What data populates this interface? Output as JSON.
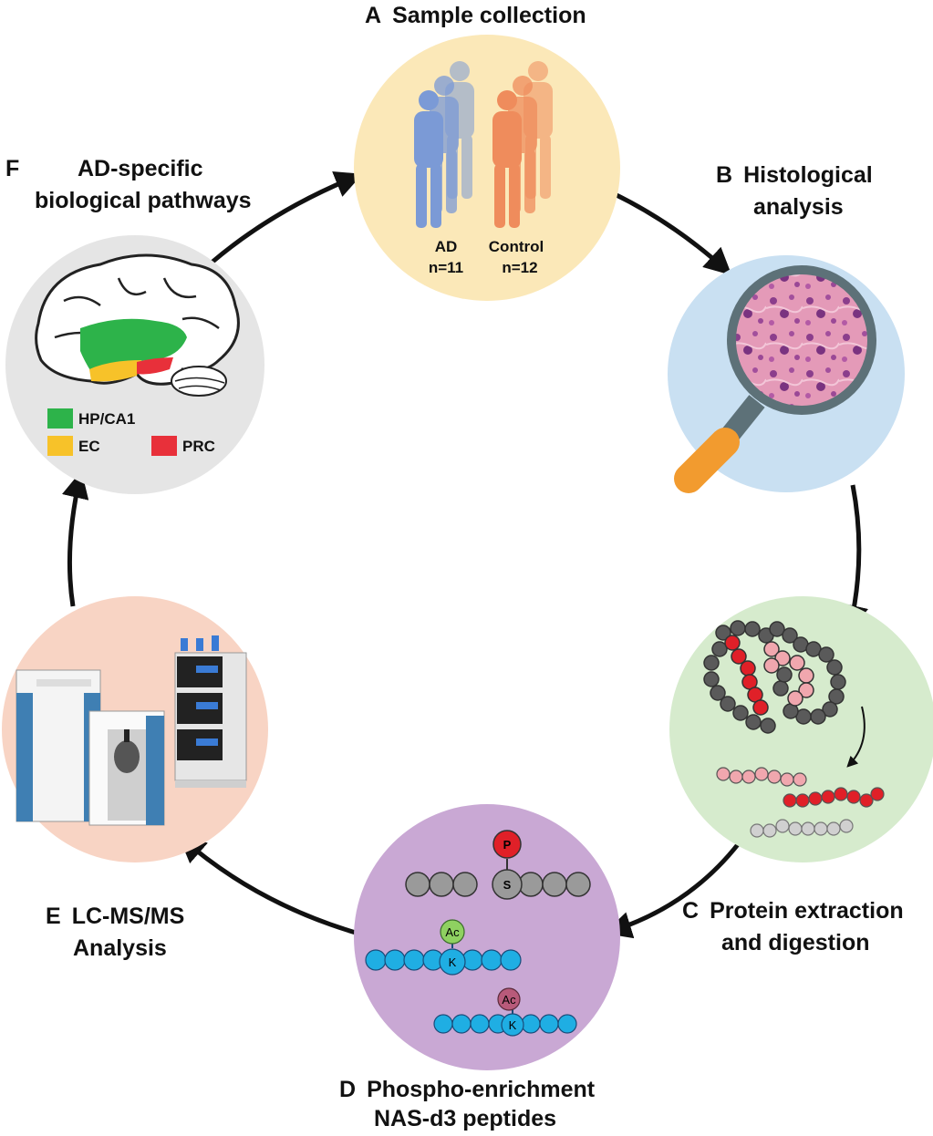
{
  "steps": {
    "a": {
      "letter": "A",
      "title": "Sample collection",
      "groups": [
        {
          "label": "AD",
          "n": "n=11"
        },
        {
          "label": "Control",
          "n": "n=12"
        }
      ]
    },
    "b": {
      "letter": "B",
      "line1": "Histological",
      "line2": "analysis"
    },
    "c": {
      "letter": "C",
      "line1": "Protein extraction",
      "line2": "and digestion"
    },
    "d": {
      "letter": "D",
      "line1": "Phospho-enrichment",
      "line2": "NAS-d3 peptides",
      "marks": {
        "p": "P",
        "s": "S",
        "ac": "Ac",
        "k": "K"
      }
    },
    "e": {
      "letter": "E",
      "line1": "LC-MS/MS",
      "line2": "Analysis"
    },
    "f": {
      "letter": "F",
      "line1": "AD-specific",
      "line2": "biological pathways",
      "legend": [
        {
          "label": "HP/CA1",
          "color": "#2db34a"
        },
        {
          "label": "EC",
          "color": "#f7c229"
        },
        {
          "label": "PRC",
          "color": "#e8303a"
        }
      ]
    }
  },
  "colors": {
    "circle_a": "#fbe8b8",
    "circle_b": "#c9e0f2",
    "circle_c": "#d6ebcd",
    "circle_d": "#c9a8d4",
    "circle_e": "#f8d4c4",
    "circle_f": "#e5e5e5",
    "ad_figure": "#7b9ad6",
    "control_figure": "#ef8c5c",
    "bead_gray": "#8f8f8f",
    "bead_red": "#e02028",
    "bead_pink": "#f0a7ae",
    "bead_blue": "#1faee3",
    "handle": "#f29b2f",
    "arrow": "#111111"
  }
}
